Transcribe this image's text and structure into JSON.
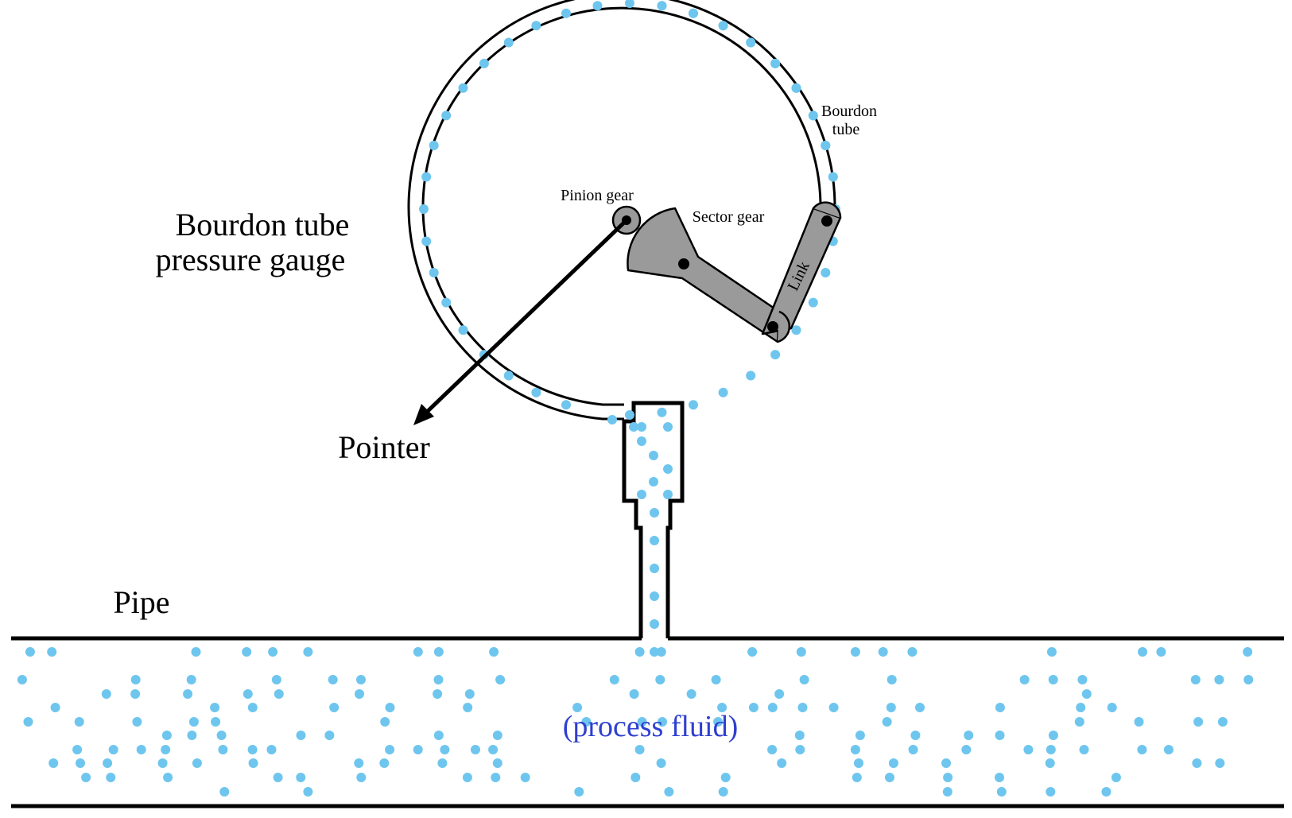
{
  "labels": {
    "title_line1": "Bourdon tube",
    "title_line2": "pressure gauge",
    "bourdon_tube_line1": "Bourdon",
    "bourdon_tube_line2": "tube",
    "pinion_gear": "Pinion gear",
    "sector_gear": "Sector gear",
    "link": "Link",
    "pointer": "Pointer",
    "pipe": "Pipe",
    "process_fluid": "(process fluid)"
  },
  "colors": {
    "fluid_dots": "#6ec6ee",
    "mechanism_fill": "#9a9a9a",
    "fluid_label": "#2f3fd0",
    "outline": "#000000"
  }
}
